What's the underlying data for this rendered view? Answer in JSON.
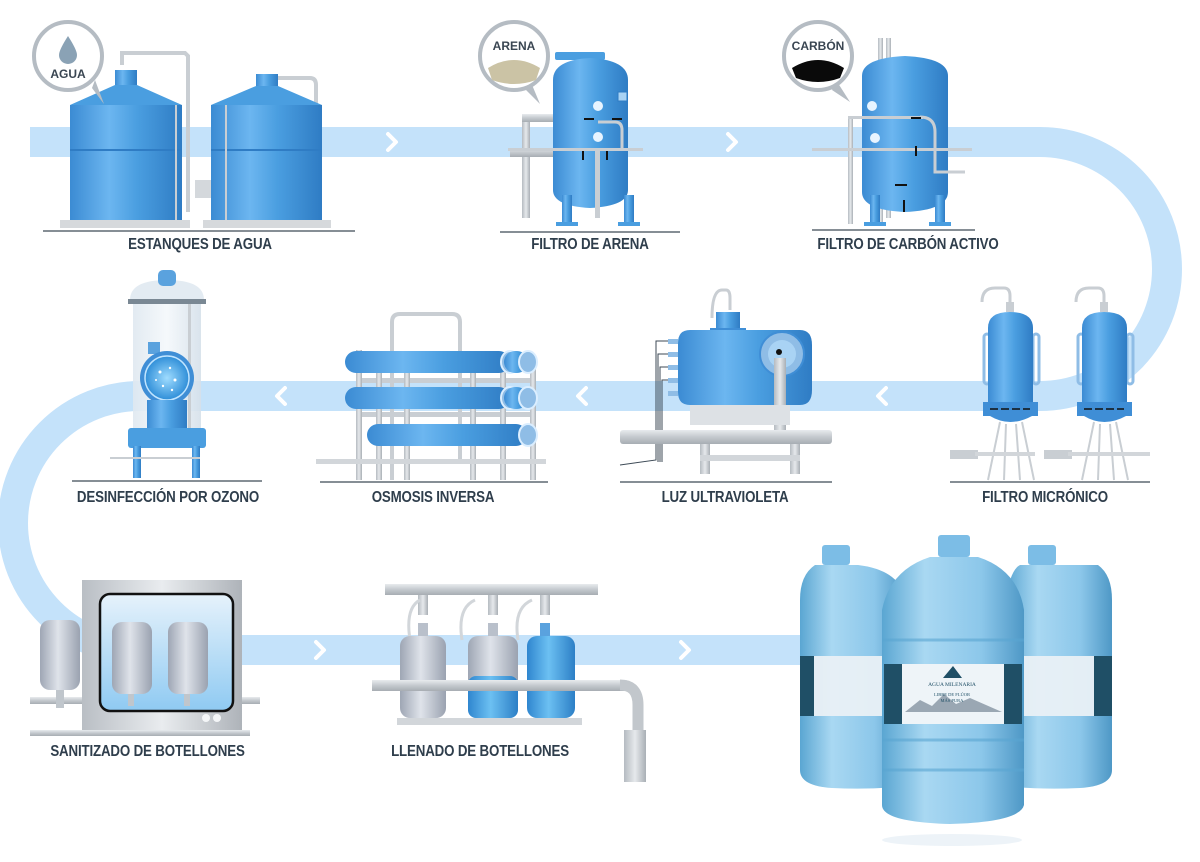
{
  "diagram": {
    "type": "water-purification-process-flow",
    "flow_color": "#c4e2fa",
    "equipment_color": "#4a9ee0",
    "pipe_color": "#c9ced3",
    "label_color": "#2f3e4c"
  },
  "badges": {
    "water": "AGUA",
    "sand": "ARENA",
    "carbon": "CARBÓN"
  },
  "steps": [
    {
      "order": 1,
      "label": "ESTANQUES DE AGUA"
    },
    {
      "order": 2,
      "label": "FILTRO DE ARENA"
    },
    {
      "order": 3,
      "label": "FILTRO DE CARBÓN ACTIVO"
    },
    {
      "order": 4,
      "label": "FILTRO MICRÓNICO"
    },
    {
      "order": 5,
      "label": "LUZ ULTRAVIOLETA"
    },
    {
      "order": 6,
      "label": "OSMOSIS INVERSA"
    },
    {
      "order": 7,
      "label": "DESINFECCIÓN POR OZONO"
    },
    {
      "order": 8,
      "label": "SANITIZADO DE BOTELLONES"
    },
    {
      "order": 9,
      "label": "LLENADO DE BOTELLONES"
    }
  ],
  "product": {
    "brand": "AGUA MILENARIA",
    "tagline_1": "LIBRE DE FLÚOR",
    "tagline_2": "MÁS PURA"
  }
}
